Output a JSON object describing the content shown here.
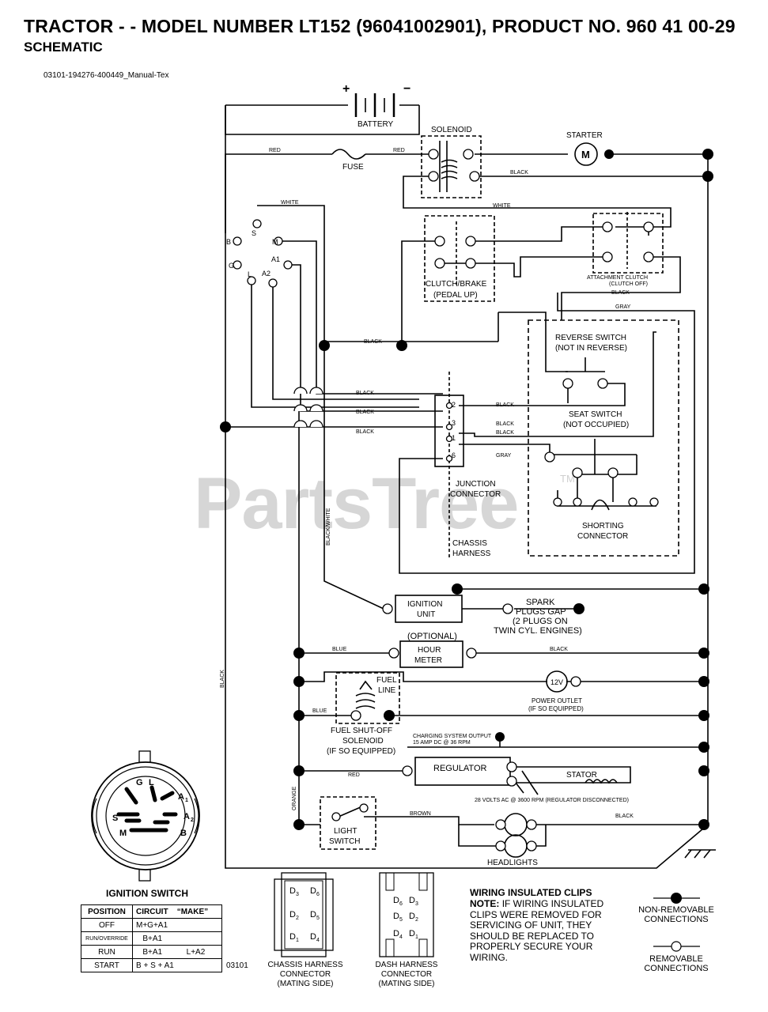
{
  "header": {
    "title": "TRACTOR - - MODEL NUMBER LT152 (96041002901), PRODUCT NO. 960 41 00-29",
    "subtitle": "SCHEMATIC",
    "doc_id": "03101-194276-400449_Manual-Tex"
  },
  "watermark": {
    "text": "PartsTree",
    "tm": "TM"
  },
  "components": {
    "battery": "BATTERY",
    "solenoid": "SOLENOID",
    "starter": "STARTER",
    "starter_m": "M",
    "fuse": "FUSE",
    "clutch_brake": "CLUTCH/BRAKE",
    "pedal_up": "(PEDAL UP)",
    "attach_clutch": "ATTACHMENT CLUTCH",
    "clutch_off": "(CLUTCH OFF)",
    "reverse_switch": "REVERSE SWITCH",
    "not_in_reverse": "(NOT IN REVERSE)",
    "seat_switch": "SEAT SWITCH",
    "not_occupied": "(NOT OCCUPIED)",
    "junction": "JUNCTION",
    "connector": "CONNECTOR",
    "shorting": "SHORTING",
    "shorting_connector": "CONNECTOR",
    "chassis": "CHASSIS",
    "harness": "HARNESS",
    "ignition_unit_1": "IGNITION",
    "ignition_unit_2": "UNIT",
    "spark_1": "SPARK",
    "spark_2": "PLUGS GAP",
    "spark_3": "(2 PLUGS ON",
    "spark_4": "TWIN CYL. ENGINES)",
    "optional": "(OPTIONAL)",
    "hour_1": "HOUR",
    "hour_2": "METER",
    "fuel_line_1": "FUEL",
    "fuel_line_2": "LINE",
    "v12": "12V",
    "power_outlet": "POWER OUTLET",
    "if_so": "(IF SO EQUIPPED)",
    "fuel_sol_1": "FUEL SHUT-OFF",
    "fuel_sol_2": "SOLENOID",
    "fuel_sol_3": "(IF SO EQUIPPED)",
    "charging_1": "CHARGING SYSTEM OUTPUT",
    "charging_2": "15 AMP DC @ 36 RPM",
    "regulator": "REGULATOR",
    "stator": "STATOR",
    "volts_ac": "28 VOLTS AC @ 3600 RPM (REGULATOR DISCONNECTED)",
    "light_1": "LIGHT",
    "light_2": "SWITCH",
    "headlights": "HEADLIGHTS",
    "code": "03101"
  },
  "switch_terminals": {
    "b": "B",
    "s": "S",
    "m": "M",
    "g": "G",
    "l": "L",
    "a1": "A1",
    "a2": "A2"
  },
  "junction_pins": [
    "2",
    "3",
    "1",
    "6"
  ],
  "wires": {
    "red": "RED",
    "black": "BLACK",
    "white": "WHITE",
    "gray": "GRAY",
    "blue": "BLUE",
    "orange": "ORANGE",
    "brown": "BROWN",
    "black_white": "BLACK/WHITE"
  },
  "ignition": {
    "title": "IGNITION SWITCH",
    "face_labels": {
      "g": "G",
      "l": "L",
      "a1": "A",
      "a2": "A",
      "s": "S",
      "m": "M",
      "b": "B",
      "sub1": "1",
      "sub2": "2"
    },
    "headers": [
      "POSITION",
      "CIRCUIT",
      "“MAKE”"
    ],
    "rows": [
      {
        "position": "OFF",
        "circuit": "M+G+A1",
        "make": ""
      },
      {
        "position": "RUN/OVERRIDE",
        "circuit": "B+A1",
        "make": ""
      },
      {
        "position": "RUN",
        "circuit": "B+A1",
        "make": "L+A2"
      },
      {
        "position": "START",
        "circuit": "B + S + A1",
        "make": ""
      }
    ]
  },
  "chassis_conn": {
    "label_1": "CHASSIS HARNESS",
    "label_2": "CONNECTOR",
    "label_3": "(MATING SIDE)",
    "pins": [
      "D",
      "D",
      "D",
      "D",
      "D",
      "D"
    ],
    "subs": [
      "3",
      "6",
      "2",
      "5",
      "1",
      "4"
    ]
  },
  "dash_conn": {
    "label_1": "DASH HARNESS",
    "label_2": "CONNECTOR",
    "label_3": "(MATING SIDE)",
    "pins": [
      "D",
      "D",
      "D",
      "D",
      "D",
      "D"
    ],
    "subs": [
      "6",
      "3",
      "5",
      "2",
      "4",
      "1"
    ]
  },
  "clips": {
    "title": "WIRING INSULATED CLIPS",
    "note_label": "NOTE:",
    "note": "IF WIRING INSULATED CLIPS WERE REMOVED FOR SERVICING OF UNIT, THEY SHOULD BE REPLACED TO PROPERLY SECURE YOUR WIRING."
  },
  "legend": {
    "non_removable_1": "NON-REMOVABLE",
    "non_removable_2": "CONNECTIONS",
    "removable_1": "REMOVABLE",
    "removable_2": "CONNECTIONS"
  }
}
